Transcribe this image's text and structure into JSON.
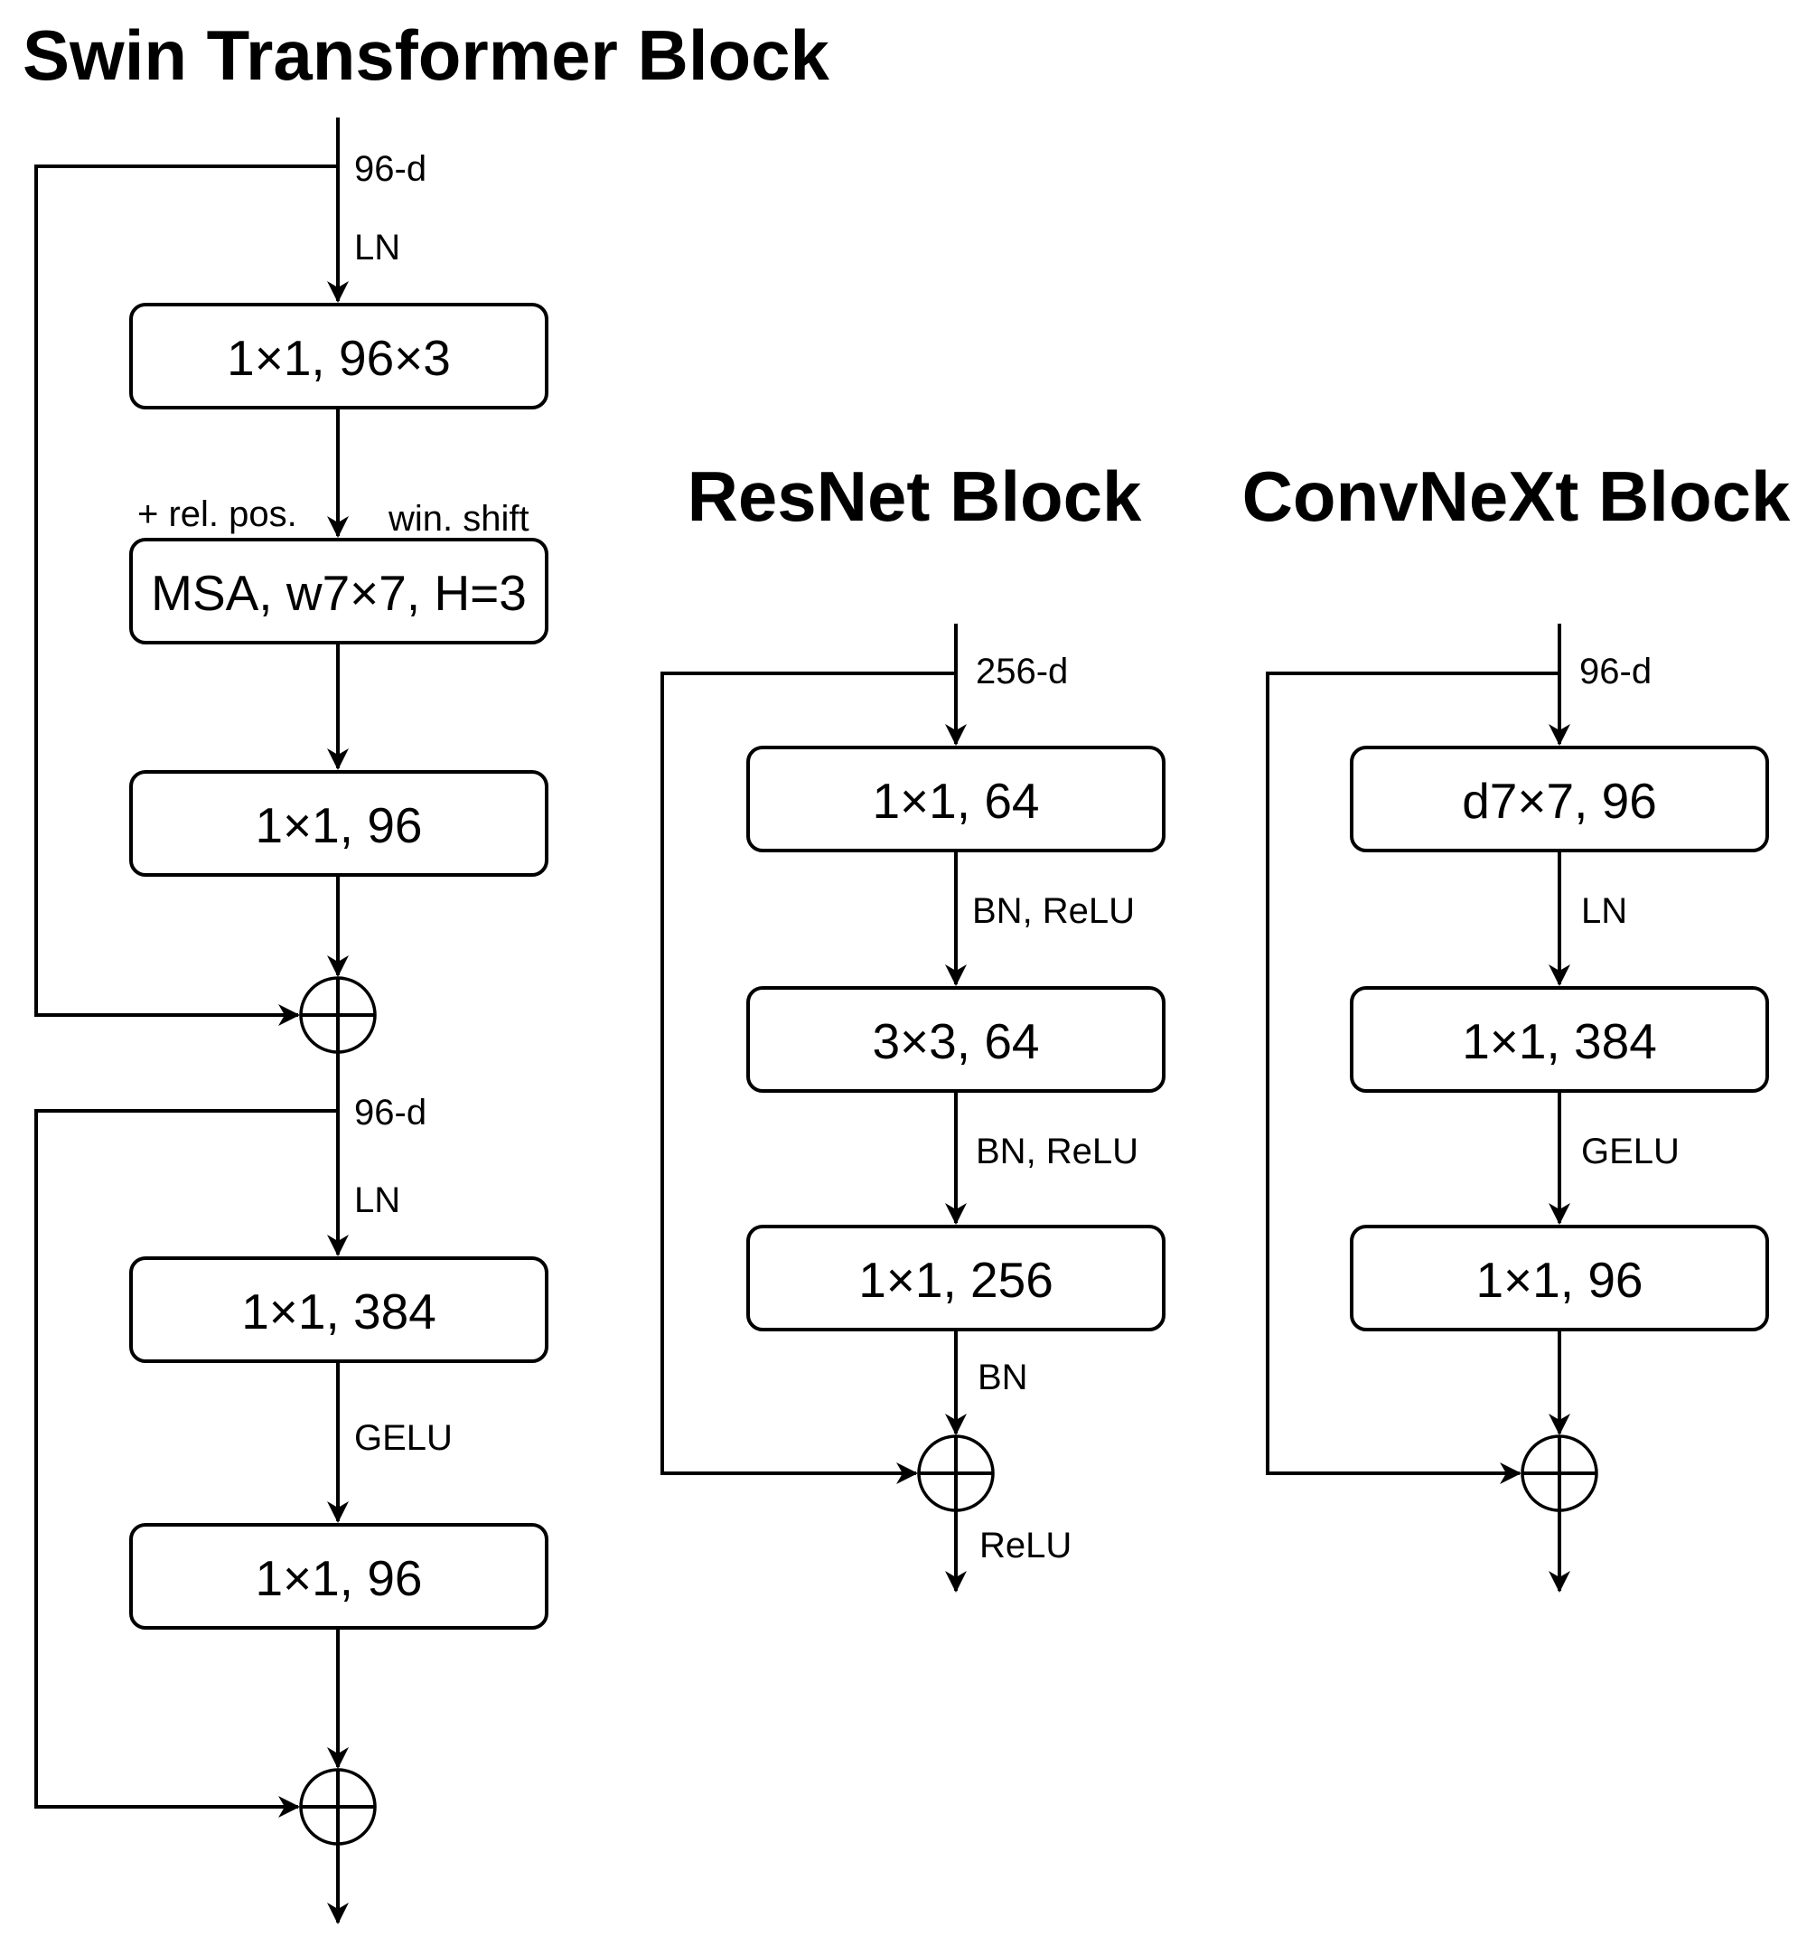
{
  "swin": {
    "title": "Swin Transformer Block",
    "dim_top": "96-d",
    "ln_1": "LN",
    "box_qkv": "1×1, 96×3",
    "rel_pos": "+ rel. pos.",
    "win_shift": "win. shift",
    "box_msa": "MSA, w7×7, H=3",
    "box_proj": "1×1, 96",
    "dim_mid": "96-d",
    "ln_2": "LN",
    "box_mlp1": "1×1, 384",
    "gelu": "GELU",
    "box_mlp2": "1×1, 96"
  },
  "resnet": {
    "title": "ResNet Block",
    "dim": "256-d",
    "box_1": "1×1, 64",
    "act_1": "BN, ReLU",
    "box_2": "3×3, 64",
    "act_2": "BN, ReLU",
    "box_3": "1×1, 256",
    "bn": "BN",
    "relu": "ReLU"
  },
  "convnext": {
    "title": "ConvNeXt Block",
    "dim": "96-d",
    "box_1": "d7×7, 96",
    "ln": "LN",
    "box_2": "1×1, 384",
    "gelu": "GELU",
    "box_3": "1×1, 96"
  }
}
